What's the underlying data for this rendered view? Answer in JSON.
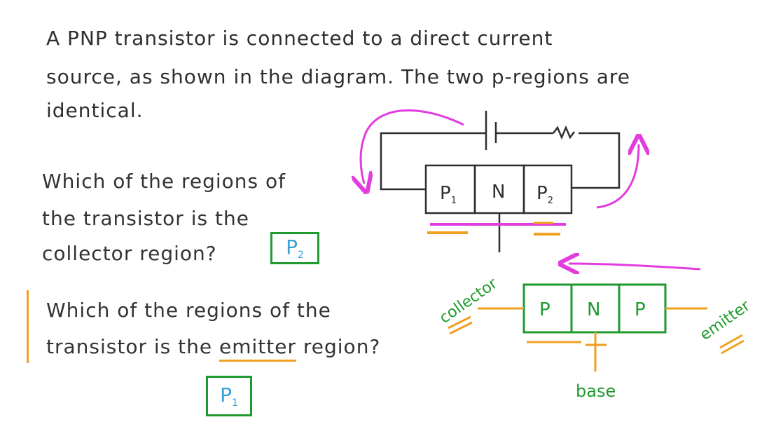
{
  "statement": {
    "line1": "A PNP transistor is connected to a direct current",
    "line2": "source, as shown in the diagram. The two p-regions are",
    "line3": "identical."
  },
  "question1": {
    "line1": "Which of the regions of",
    "line2": "the transistor is the",
    "line3": "collector region?",
    "answer_main": "P",
    "answer_sub": "2"
  },
  "question2": {
    "line1": "Which of the regions of the",
    "line2_pre": "transistor is the ",
    "line2_emph": "emitter",
    "line2_post": " region?",
    "answer_main": "P",
    "answer_sub": "1"
  },
  "diagram_top": {
    "region1_main": "P",
    "region1_sub": "1",
    "region2": "N",
    "region3_main": "P",
    "region3_sub": "2"
  },
  "diagram_bottom": {
    "region1": "P",
    "region2": "N",
    "region3": "P",
    "left_label": "collector",
    "right_label": "emitter",
    "bottom_label": "base"
  },
  "colors": {
    "green": "#1f9a2e",
    "orange": "#f0a020",
    "magenta": "#e23ce0",
    "blue": "#3aa0d8",
    "ink": "#2e2e2e"
  }
}
